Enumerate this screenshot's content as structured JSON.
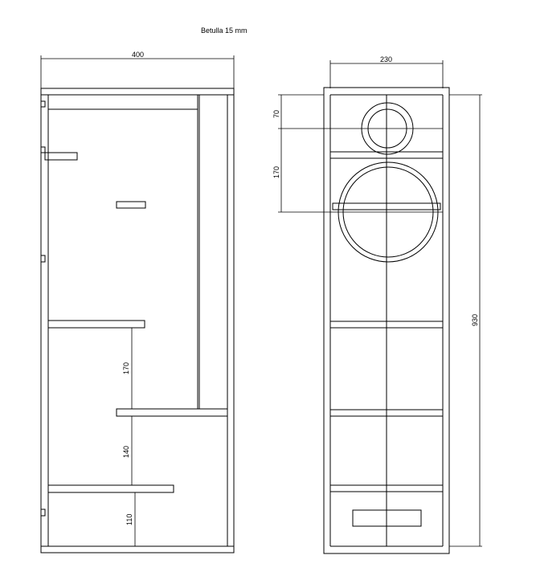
{
  "title": "Betulla 15 mm",
  "side_view": {
    "width_dim": "400",
    "shelf_dims": [
      "170",
      "140",
      "110"
    ]
  },
  "front_view": {
    "width_dim": "230",
    "height_dim": "930",
    "driver_dims": [
      "70",
      "170"
    ]
  }
}
